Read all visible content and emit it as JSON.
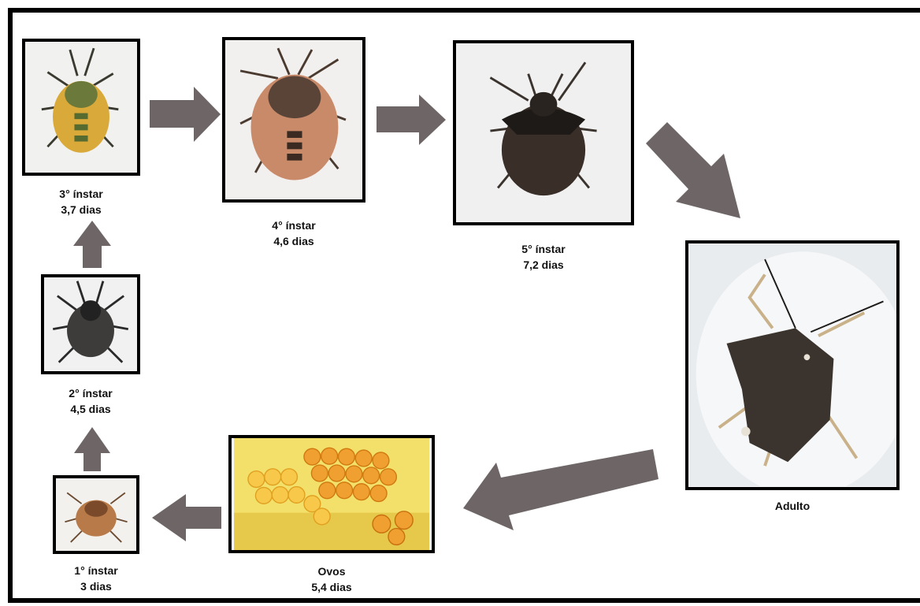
{
  "stages": {
    "instar3": {
      "name": "3° ínstar",
      "duration": "3,7 dias",
      "icon": "nymph-third-instar-photo"
    },
    "instar4": {
      "name": "4° ínstar",
      "duration": "4,6 dias",
      "icon": "nymph-fourth-instar-photo"
    },
    "instar5": {
      "name": "5° ínstar",
      "duration": "7,2 dias",
      "icon": "nymph-fifth-instar-photo"
    },
    "adult": {
      "name": "Adulto",
      "icon": "adult-stink-bug-photo"
    },
    "eggs": {
      "name": "Ovos",
      "duration": "5,4 dias",
      "icon": "egg-mass-photo"
    },
    "instar1": {
      "name": "1° ínstar",
      "duration": "3 dias",
      "icon": "nymph-first-instar-photo"
    },
    "instar2": {
      "name": "2° ínstar",
      "duration": "4,5 dias",
      "icon": "nymph-second-instar-photo"
    }
  },
  "colors": {
    "arrow": "#6e6666",
    "border": "#000000"
  }
}
